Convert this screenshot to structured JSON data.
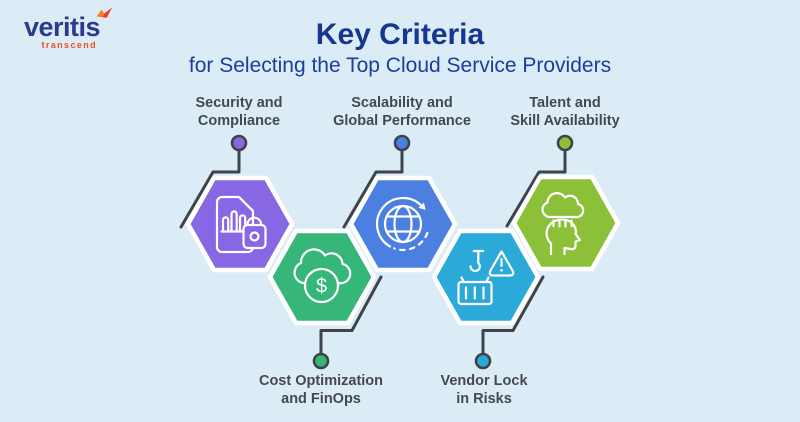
{
  "brand": {
    "name": "veritis",
    "tagline": "transcend",
    "name_color": "#2b3a8e",
    "tagline_color": "#f04e23"
  },
  "header": {
    "title": "Key Criteria",
    "subtitle": "for Selecting the Top Cloud Service Providers",
    "color": "#16368f"
  },
  "theme": {
    "background": "#dcecf6",
    "label_color": "#45494e",
    "connector_color": "#3e444a",
    "hexagon_border": "#ffffff"
  },
  "criteria": [
    {
      "id": "security",
      "label": "Security and\nCompliance",
      "row": "top",
      "color": "#8767e3",
      "icon": "document-chart-lock-icon"
    },
    {
      "id": "cost",
      "label": "Cost Optimization\nand FinOps",
      "row": "bottom",
      "color": "#37b67a",
      "icon": "cloud-dollar-icon"
    },
    {
      "id": "scalability",
      "label": "Scalability and\nGlobal Performance",
      "row": "top",
      "color": "#4b80e1",
      "icon": "globe-sync-icon"
    },
    {
      "id": "vendor",
      "label": "Vendor Lock\nin Risks",
      "row": "bottom",
      "color": "#2ba9d9",
      "icon": "crane-container-warning-icon"
    },
    {
      "id": "talent",
      "label": "Talent and\nSkill Availability",
      "row": "top",
      "color": "#8cc038",
      "icon": "head-cloud-icon"
    }
  ],
  "glyphs": {
    "dollar": "$"
  }
}
